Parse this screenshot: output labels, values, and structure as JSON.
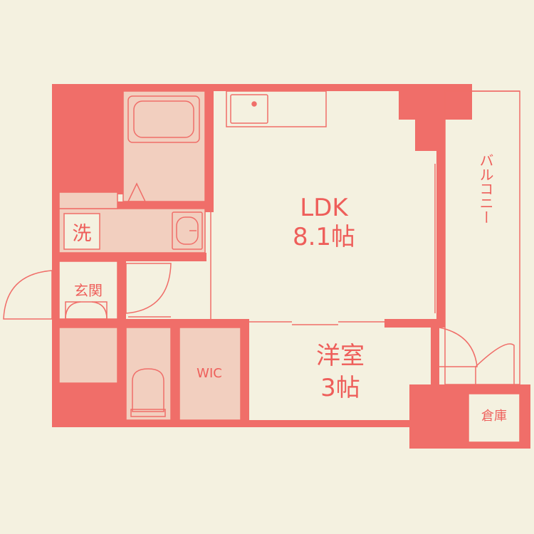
{
  "rooms": {
    "ldk_name": "LDK",
    "ldk_size": "8.1帖",
    "western_name": "洋室",
    "western_size": "3帖",
    "wic": "WIC",
    "washroom": "洗",
    "entrance": "玄関",
    "storage": "倉庫",
    "balcony": "バルコニー"
  },
  "colors": {
    "background": "#f4f1e0",
    "wall": "#f06e69",
    "wet_area": "#f2cfbf",
    "line": "#f06e69",
    "label": "#ee5e5a"
  }
}
